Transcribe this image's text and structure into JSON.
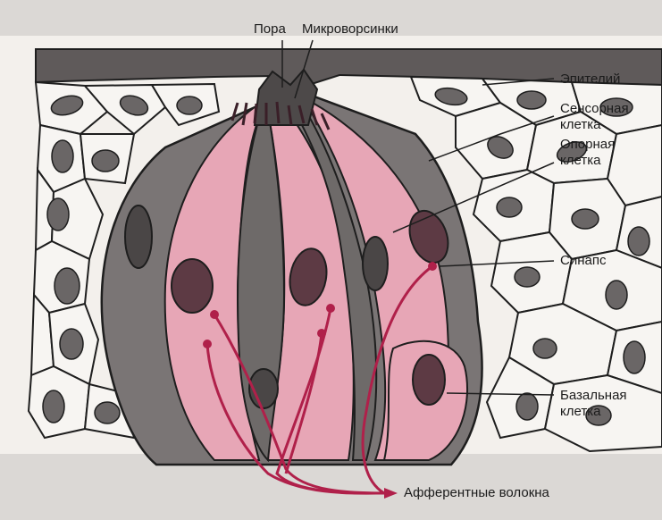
{
  "labels": {
    "pore": "Пора",
    "microvilli": "Микроворсинки",
    "epithelium": "Эпителий",
    "sensory_line1": "Сенсорная",
    "sensory_line2": "клетка",
    "support_line1": "Опорная",
    "support_line2": "клетка",
    "synapse": "Синапс",
    "basal_line1": "Базальная",
    "basal_line2": "клетка",
    "afferent": "Афферентные волокна"
  },
  "colors": {
    "background": "#f3f0ec",
    "dark_gray": "#6e6a69",
    "mid_gray": "#8a8585",
    "pink": "#e7a6b6",
    "nucleus_pink": "#5d3a44",
    "nucleus_gray": "#4a4646",
    "nerve": "#b0204a",
    "outline": "#1e1e1e"
  }
}
